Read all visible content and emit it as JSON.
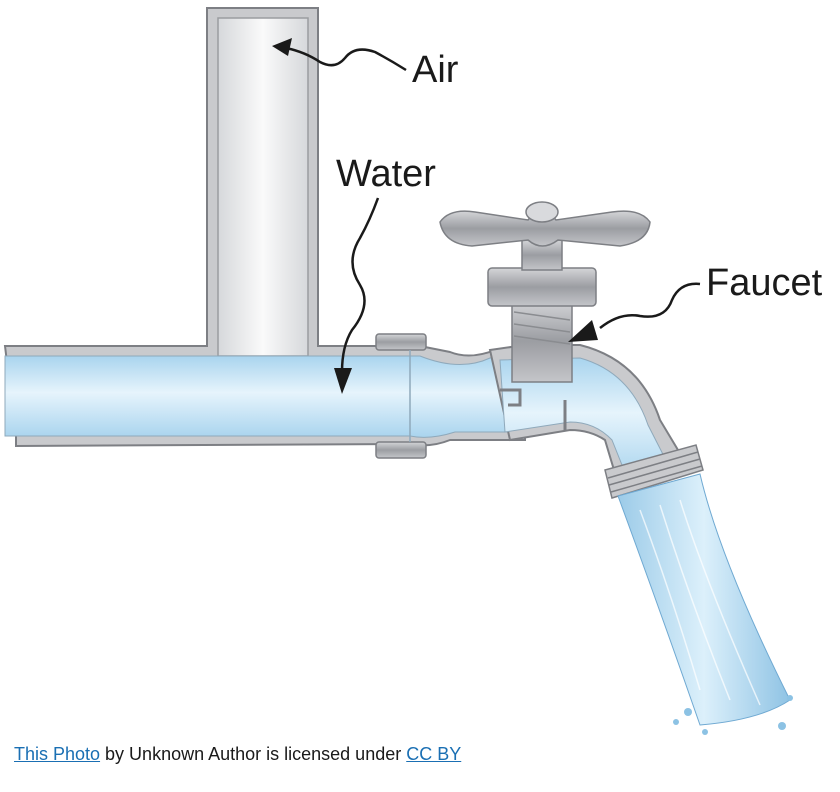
{
  "labels": {
    "air": "Air",
    "water": "Water",
    "faucet": "Faucet"
  },
  "attribution": {
    "photo_link": "This Photo",
    "middle_text": " by Unknown Author is licensed under ",
    "license_link": "CC BY"
  },
  "colors": {
    "pipe_wall": "#c9cacd",
    "pipe_outline": "#7d7f84",
    "water": "#bfe0f3",
    "water_light": "#e3f2fb",
    "air": "#eef0f2",
    "metal": "#a9abb0",
    "link": "#1a6fb3"
  }
}
